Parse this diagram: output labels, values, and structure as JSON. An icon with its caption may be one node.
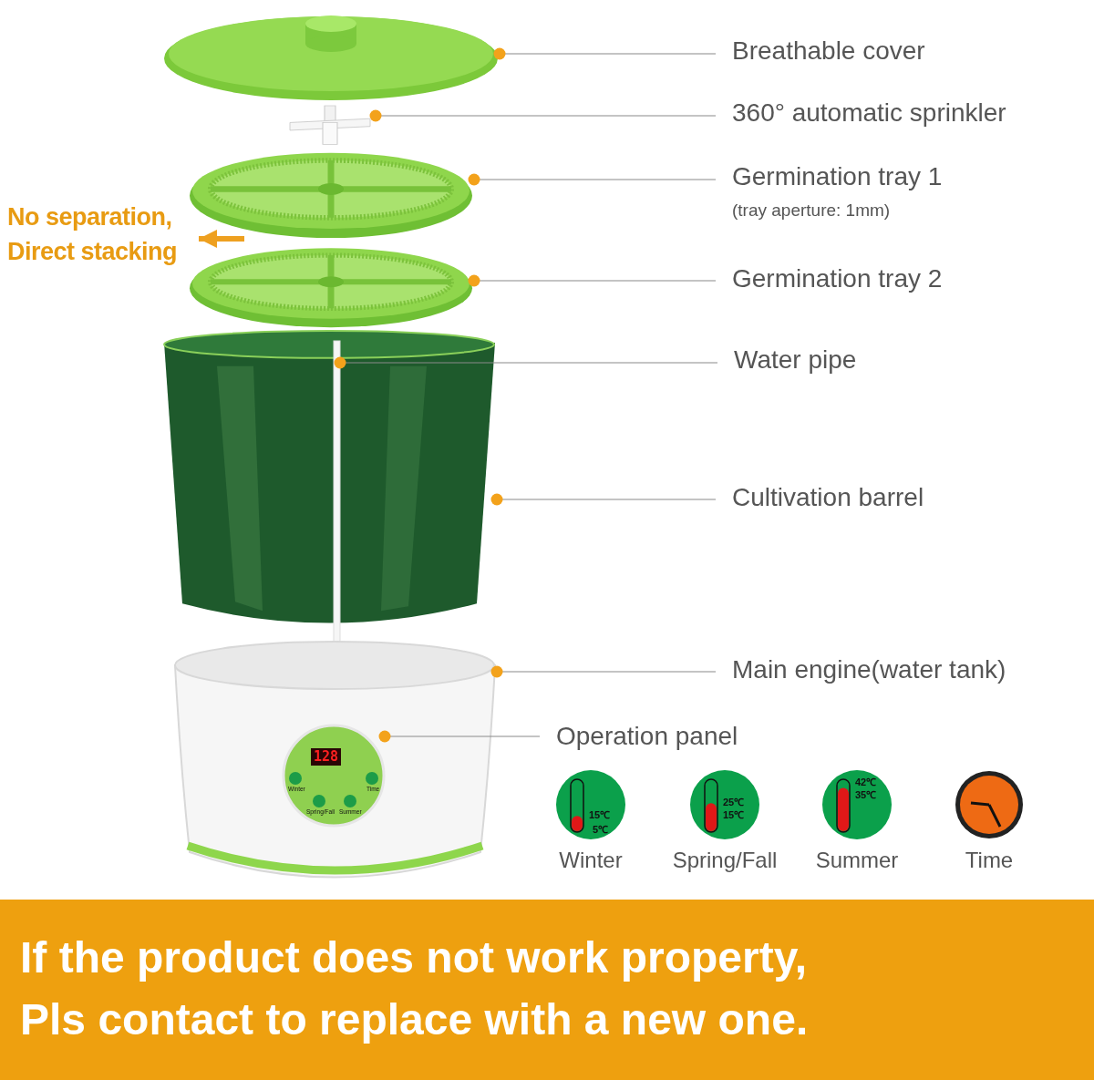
{
  "diagram": {
    "nodes": [
      {
        "text": [],
        "shape": "picture"
      },
      {
        "text": [
          "Breathable cover"
        ]
      },
      {
        "text": [],
        "shape": "picture"
      },
      {
        "text": [
          "360° automatic sprinkler"
        ]
      },
      {
        "text": [
          "No separation, Direct stacking"
        ]
      },
      {
        "text": [],
        "shape": "picture"
      },
      {
        "text": [
          "Germination tray 1",
          "(tray aperture: 1mm)"
        ]
      },
      {
        "text": [],
        "shape": "picture"
      },
      {
        "text": [
          "Germination tray 2"
        ]
      },
      {
        "text": [],
        "shape": "picture"
      },
      {
        "text": [],
        "shape": "picture"
      },
      {
        "text": [
          "Water pipe"
        ]
      },
      {
        "text": [
          "Cultivation barrel"
        ]
      },
      {
        "text": [],
        "shape": "picture"
      },
      {
        "text": [
          "128",
          "Winter",
          "Time",
          "Spring/Fall",
          "Summer"
        ],
        "in": 13
      },
      {
        "text": [
          "Main engine(water tank)"
        ]
      },
      {
        "text": [
          "Operation panel"
        ]
      },
      {
        "text": [
          "15℃",
          "5℃"
        ],
        "beside": [
          "Winter"
        ]
      },
      {
        "text": [
          "25℃",
          "15℃"
        ],
        "beside": [
          "Spring/Fall"
        ]
      },
      {
        "text": [
          "42℃",
          "35℃"
        ],
        "beside": [
          "Summer"
        ]
      },
      {
        "text": [],
        "shape": "circle",
        "beside": [
          "Time"
        ]
      },
      {
        "text": [
          "If the product does not work property, Pls contact to replace with a new one."
        ]
      }
    ],
    "edges": [
      {
        "from": 1,
        "to": 0,
        "arrow": "other"
      },
      {
        "from": 3,
        "to": 2,
        "arrow": "other"
      },
      {
        "from": 5,
        "to": 4,
        "arrow": "to",
        "style": "thick",
        "color": "#eea020"
      },
      {
        "from": 6,
        "to": 5,
        "arrow": "other"
      },
      {
        "from": 8,
        "to": 7,
        "arrow": "other"
      },
      {
        "from": 11,
        "to": 10,
        "arrow": "other"
      },
      {
        "from": 12,
        "to": 9,
        "arrow": "other"
      },
      {
        "from": 15,
        "to": 13,
        "arrow": "other"
      },
      {
        "from": 16,
        "to": 14,
        "arrow": "other"
      }
    ]
  }
}
